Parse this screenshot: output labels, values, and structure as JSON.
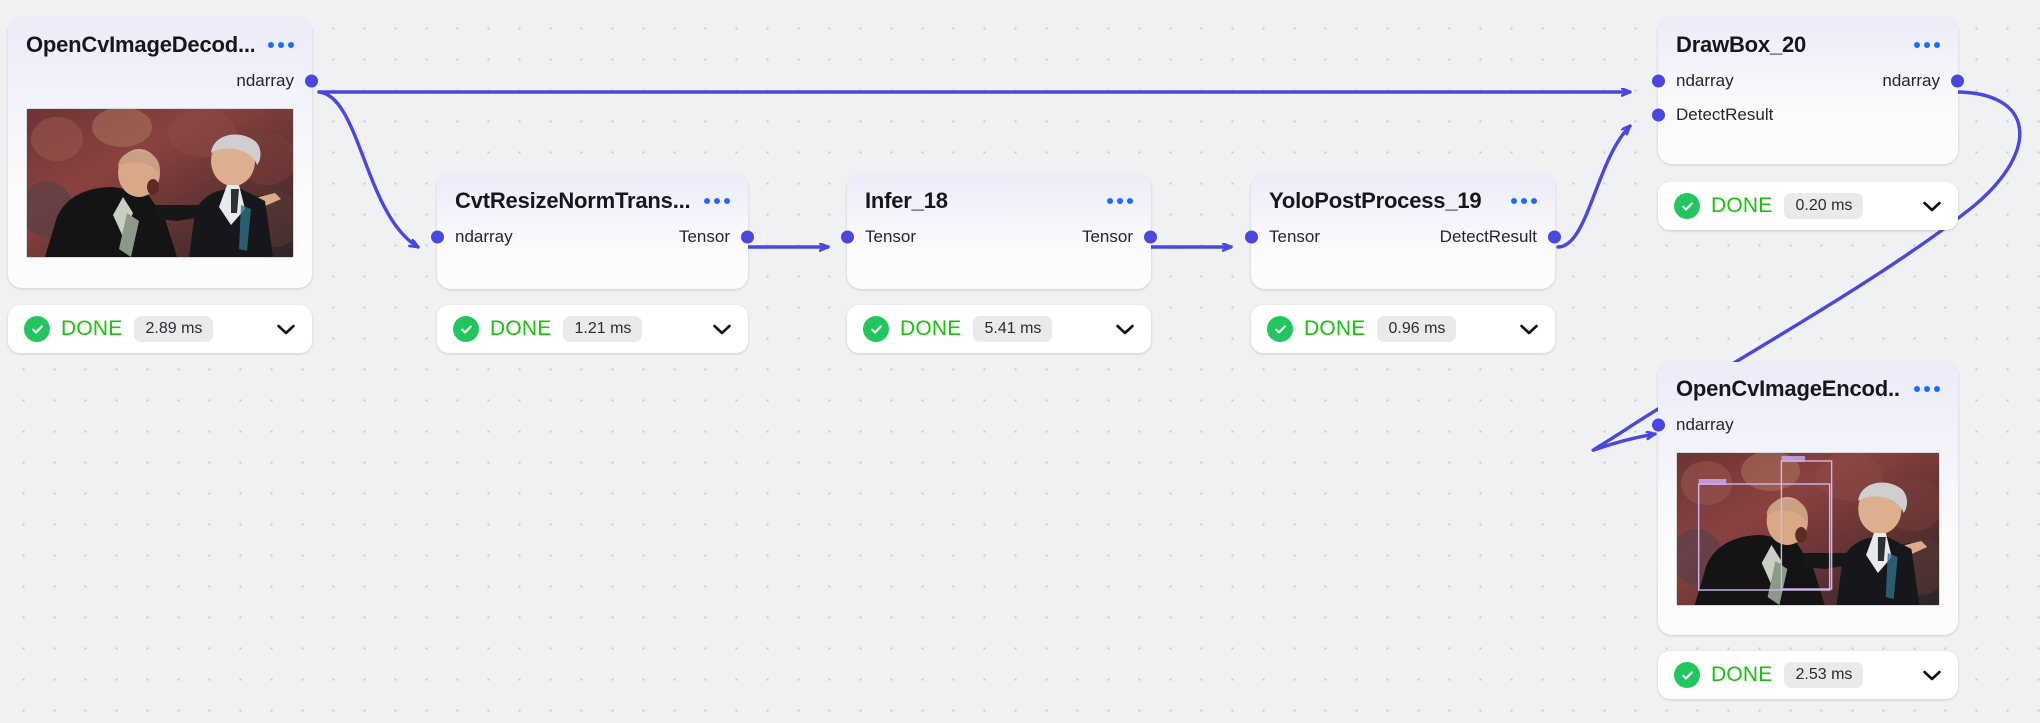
{
  "canvas": {
    "background": "#f0f1f3",
    "grid_dot_color": "#c9cbd0",
    "edge_color": "#4a47e0",
    "accent": "#1f6bff",
    "status_green": "#16c20a",
    "check_green": "#22c55e"
  },
  "nodes": [
    {
      "id": "opencv-image-decode",
      "title": "OpenCvImageDecod...",
      "menu_icon": "ellipsis-icon",
      "inputs": [],
      "outputs": [
        "ndarray"
      ],
      "has_thumbnail": true,
      "thumbnail_has_boxes": false,
      "status": {
        "label": "DONE",
        "timing": "2.89 ms",
        "icon": "check-circle-icon",
        "chevron": "chevron-down-icon"
      }
    },
    {
      "id": "cvt-resize-norm-trans",
      "title": "CvtResizeNormTrans...",
      "menu_icon": "ellipsis-icon",
      "inputs": [
        "ndarray"
      ],
      "outputs": [
        "Tensor"
      ],
      "has_thumbnail": false,
      "status": {
        "label": "DONE",
        "timing": "1.21 ms",
        "icon": "check-circle-icon",
        "chevron": "chevron-down-icon"
      }
    },
    {
      "id": "infer-18",
      "title": "Infer_18",
      "menu_icon": "ellipsis-icon",
      "inputs": [
        "Tensor"
      ],
      "outputs": [
        "Tensor"
      ],
      "has_thumbnail": false,
      "status": {
        "label": "DONE",
        "timing": "5.41 ms",
        "icon": "check-circle-icon",
        "chevron": "chevron-down-icon"
      }
    },
    {
      "id": "yolo-post-process-19",
      "title": "YoloPostProcess_19",
      "menu_icon": "ellipsis-icon",
      "inputs": [
        "Tensor"
      ],
      "outputs": [
        "DetectResult"
      ],
      "has_thumbnail": false,
      "status": {
        "label": "DONE",
        "timing": "0.96 ms",
        "icon": "check-circle-icon",
        "chevron": "chevron-down-icon"
      }
    },
    {
      "id": "draw-box-20",
      "title": "DrawBox_20",
      "menu_icon": "ellipsis-icon",
      "inputs": [
        "ndarray",
        "DetectResult"
      ],
      "outputs": [
        "ndarray"
      ],
      "has_thumbnail": false,
      "status": {
        "label": "DONE",
        "timing": "0.20 ms",
        "icon": "check-circle-icon",
        "chevron": "chevron-down-icon"
      }
    },
    {
      "id": "opencv-image-encode",
      "title": "OpenCvImageEncod...",
      "menu_icon": "ellipsis-icon",
      "inputs": [
        "ndarray"
      ],
      "outputs": [],
      "has_thumbnail": true,
      "thumbnail_has_boxes": true,
      "status": {
        "label": "DONE",
        "timing": "2.53 ms",
        "icon": "check-circle-icon",
        "chevron": "chevron-down-icon"
      }
    }
  ],
  "edges": [
    {
      "from": "opencv-image-decode.ndarray",
      "to": "draw-box-20.ndarray"
    },
    {
      "from": "opencv-image-decode.ndarray",
      "to": "cvt-resize-norm-trans.ndarray"
    },
    {
      "from": "cvt-resize-norm-trans.Tensor",
      "to": "infer-18.Tensor"
    },
    {
      "from": "infer-18.Tensor",
      "to": "yolo-post-process-19.Tensor"
    },
    {
      "from": "yolo-post-process-19.DetectResult",
      "to": "draw-box-20.DetectResult"
    },
    {
      "from": "draw-box-20.ndarray",
      "to": "opencv-image-encode.ndarray"
    }
  ]
}
